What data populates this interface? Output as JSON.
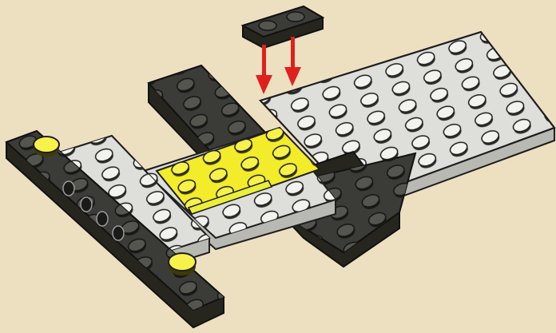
{
  "figure": {
    "kind": "lego-building-instruction-step",
    "background_color": "#ede0c1",
    "colors": {
      "light_gray": "#dededa",
      "dark_gray": "#3b3b37",
      "yellow": "#f2ec2a",
      "arrow_red": "#e0201c"
    },
    "parts": [
      {
        "name": "light-gray-base-plate",
        "color": "light_gray"
      },
      {
        "name": "dark-gray-cross-plate",
        "color": "dark_gray"
      },
      {
        "name": "yellow-center-plate",
        "color": "yellow"
      },
      {
        "name": "light-gray-side-plate",
        "color": "light_gray"
      },
      {
        "name": "dark-gray-long-bar",
        "color": "dark_gray"
      },
      {
        "name": "yellow-round-studs",
        "color": "yellow"
      },
      {
        "name": "new-dark-gray-1x2-plate",
        "color": "dark_gray"
      }
    ],
    "arrows": {
      "count": 2,
      "color": "arrow_red",
      "direction": "down"
    }
  }
}
